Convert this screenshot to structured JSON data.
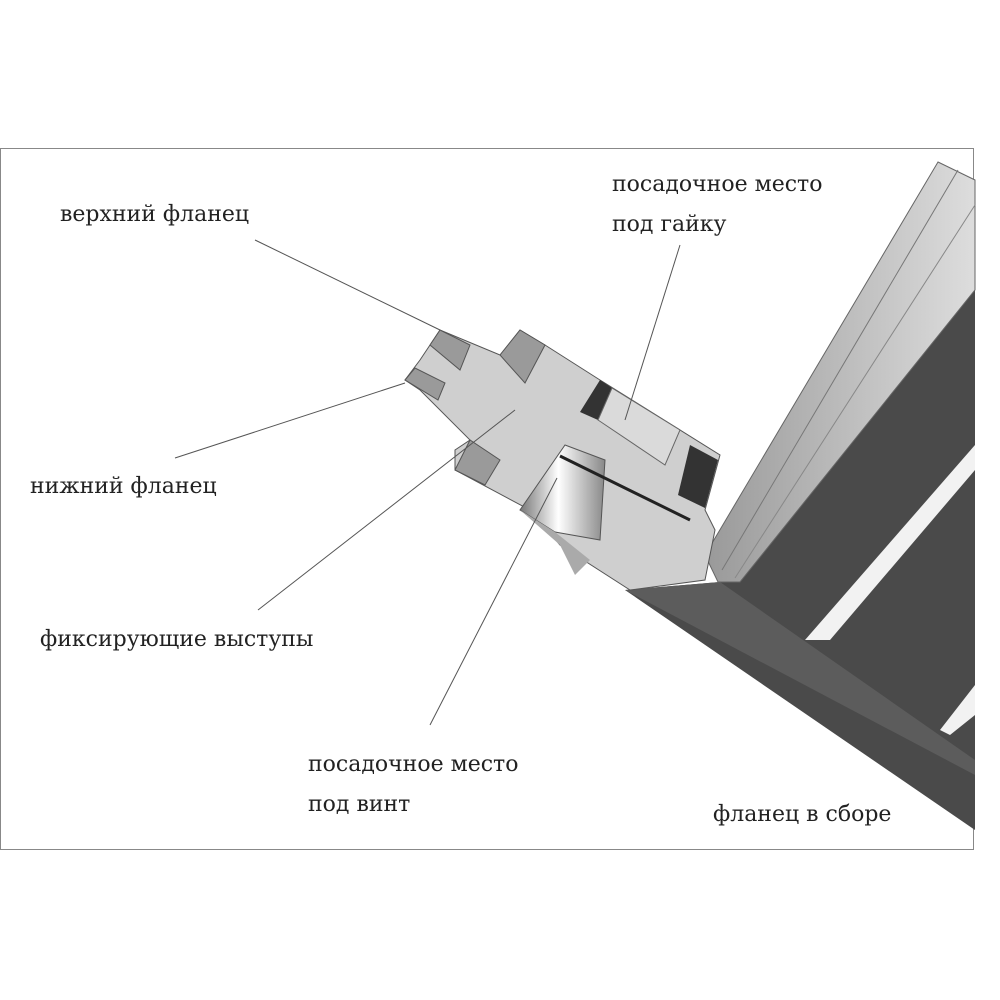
{
  "labels": {
    "upper_flange": "верхний фланец",
    "nut_seat_line1": "посадочное место",
    "nut_seat_line2": "под гайку",
    "lower_flange": "нижний фланец",
    "locking_ridges": "фиксирующие выступы",
    "screw_seat_line1": "посадочное место",
    "screw_seat_line2": "под винт",
    "assembled_flange": "фланец в сборе"
  }
}
